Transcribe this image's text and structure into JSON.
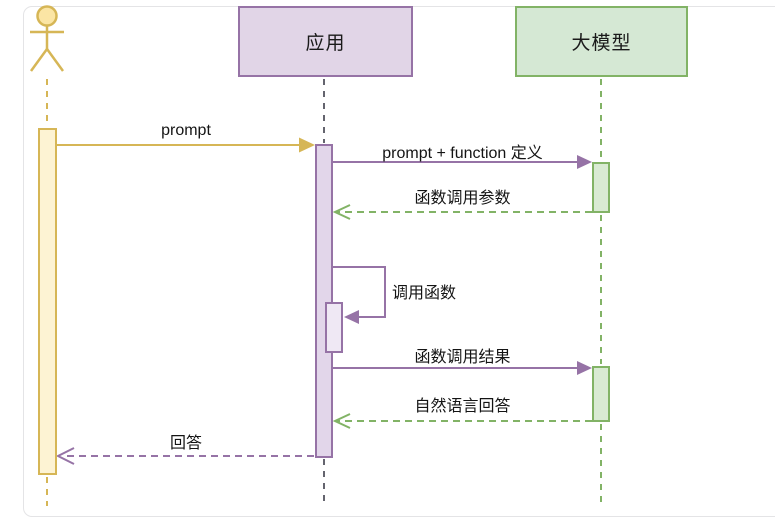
{
  "diagram": {
    "kind": "uml-sequence-diagram",
    "participants": [
      {
        "id": "user",
        "label": "",
        "kind": "actor",
        "stroke": "#d6b656",
        "fill": "#fbe5a4"
      },
      {
        "id": "app",
        "label": "应用",
        "kind": "object",
        "stroke": "#9673a6",
        "fill": "#e1d5e7"
      },
      {
        "id": "llm",
        "label": "大模型",
        "kind": "object",
        "stroke": "#82b366",
        "fill": "#d5e8d4"
      }
    ],
    "messages": [
      {
        "index": 1,
        "from": "user",
        "to": "app",
        "label": "prompt",
        "line": "solid",
        "arrowhead": "filled",
        "color": "#d6b656"
      },
      {
        "index": 2,
        "from": "app",
        "to": "llm",
        "label": "prompt + function 定义",
        "line": "solid",
        "arrowhead": "filled",
        "color": "#9673a6"
      },
      {
        "index": 3,
        "from": "llm",
        "to": "app",
        "label": "函数调用参数",
        "line": "dashed",
        "arrowhead": "open",
        "color": "#82b366"
      },
      {
        "index": 4,
        "from": "app",
        "to": "app",
        "label": "调用函数",
        "line": "self-call",
        "arrowhead": "filled",
        "color": "#9673a6"
      },
      {
        "index": 5,
        "from": "app",
        "to": "llm",
        "label": "函数调用结果",
        "line": "solid",
        "arrowhead": "filled",
        "color": "#9673a6"
      },
      {
        "index": 6,
        "from": "llm",
        "to": "app",
        "label": "自然语言回答",
        "line": "dashed",
        "arrowhead": "open",
        "color": "#82b366"
      },
      {
        "index": 7,
        "from": "app",
        "to": "user",
        "label": "回答",
        "line": "dashed",
        "arrowhead": "open",
        "color": "#9673a6"
      }
    ],
    "colors": {
      "actor_yellow": "#d6b656",
      "app_purple": "#9673a6",
      "llm_green": "#82b366",
      "app_lifeline_gray": "#64646e",
      "canvas_border": "#e4e4e6",
      "text": "#141414"
    }
  }
}
